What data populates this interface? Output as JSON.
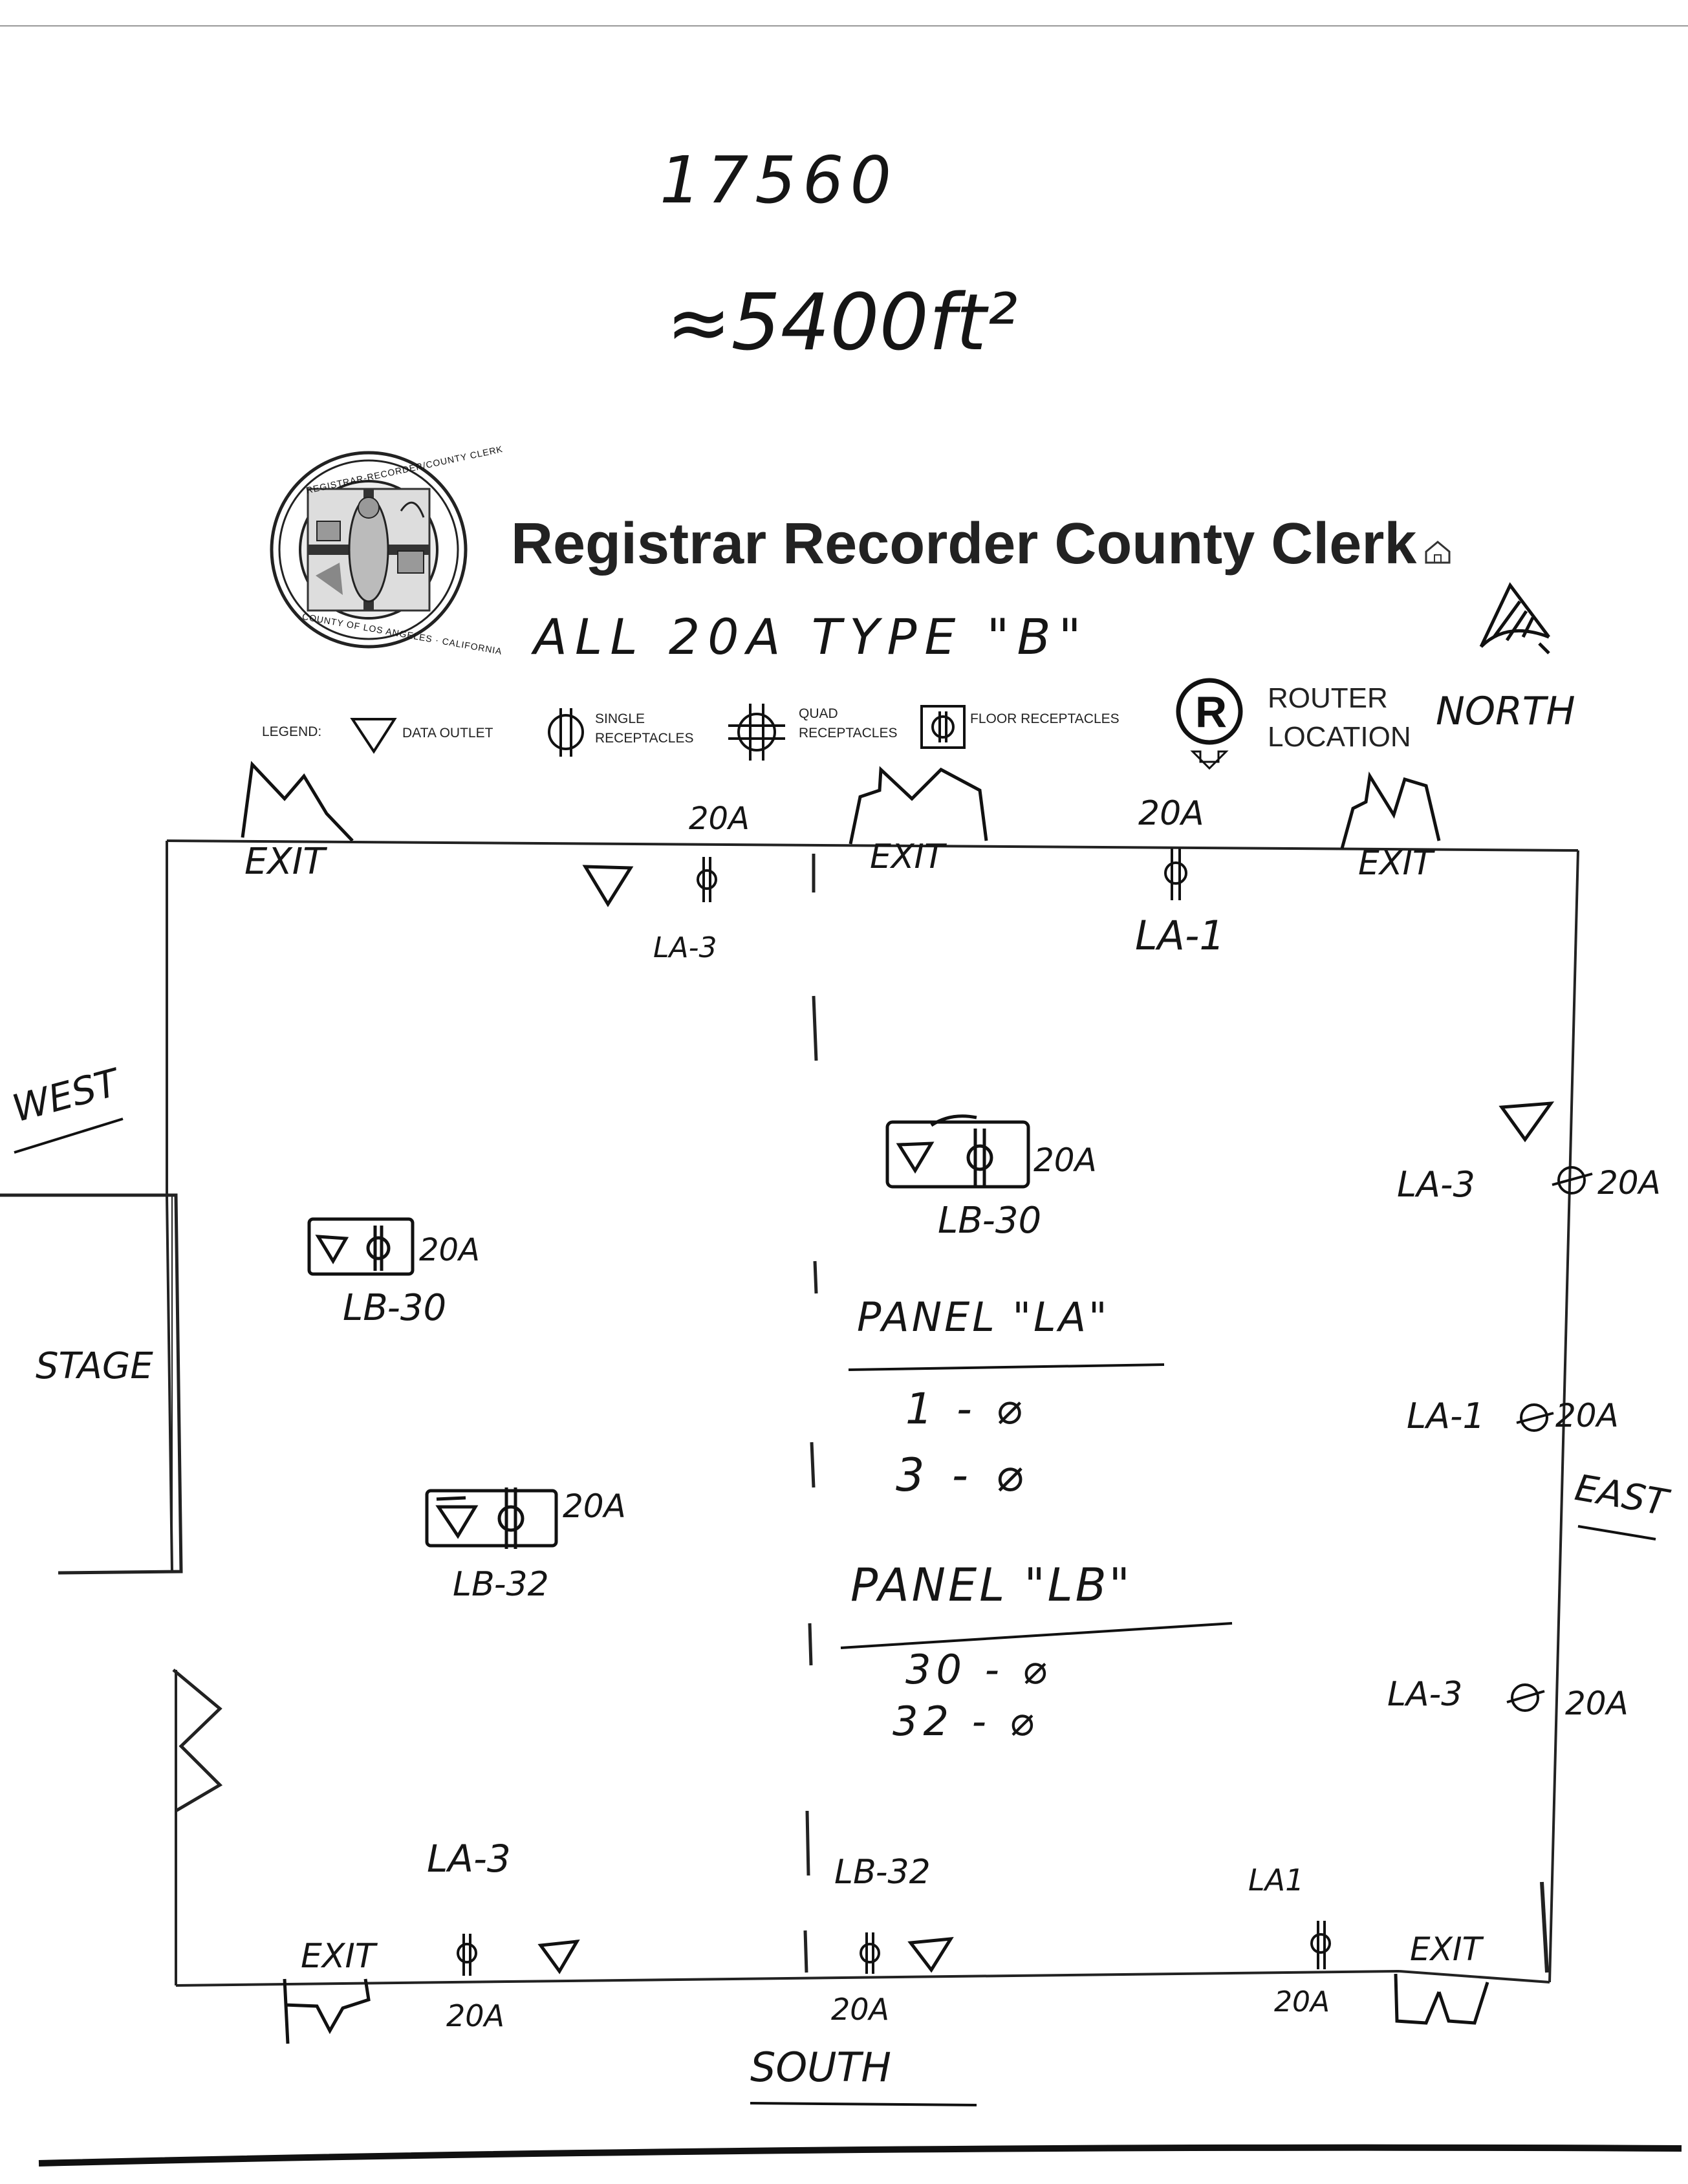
{
  "header": {
    "number": "17560",
    "area": "≈5400ft²",
    "title": "Registrar Recorder County Clerk",
    "subtitle": "ALL 20A TYPE \"B\"",
    "north_label": "NORTH"
  },
  "seal": {
    "ring_top": "REGISTRAR-RECORDER/COUNTY CLERK",
    "ring_bottom": "COUNTY OF LOS ANGELES · CALIFORNIA"
  },
  "legend": {
    "label": "LEGEND:",
    "data_outlet": "DATA OUTLET",
    "single_1": "SINGLE",
    "single_2": "RECEPTACLES",
    "quad_1": "QUAD",
    "quad_2": "RECEPTACLES",
    "floor": "FLOOR RECEPTACLES",
    "router_letter": "R",
    "router_1": "ROUTER",
    "router_2": "LOCATION"
  },
  "exits": [
    "EXIT",
    "EXIT",
    "EXIT",
    "EXIT",
    "EXIT"
  ],
  "directions": {
    "west": "WEST",
    "east": "EAST",
    "south": "SOUTH",
    "stage": "STAGE"
  },
  "north_wall": {
    "amp_left": "20A",
    "circuit_left": "LA-3",
    "amp_right": "20A",
    "circuit_right": "LA-1"
  },
  "floor_boxes": {
    "left_upper": {
      "amp": "20A",
      "circuit": "LB-30"
    },
    "center_upper": {
      "amp": "20A",
      "circuit": "LB-30"
    },
    "left_lower": {
      "amp": "20A",
      "circuit": "LB-32"
    }
  },
  "east_wall": [
    {
      "circuit": "LA-3",
      "amp": "20A"
    },
    {
      "circuit": "LA-1",
      "amp": "20A"
    },
    {
      "circuit": "LA-3",
      "amp": "20A"
    }
  ],
  "south_wall": {
    "left_circuit": "LA-3",
    "left_amp": "20A",
    "center_circuit": "LB-32",
    "center_amp": "20A",
    "right_circuit": "LA1",
    "right_amp": "20A"
  },
  "panel_la": {
    "title": "PANEL \"LA\"",
    "rows": [
      "1 - ⌀",
      "3 - ⌀"
    ]
  },
  "panel_lb": {
    "title": "PANEL \"LB\"",
    "rows": [
      "30 - ⌀",
      "32 - ⌀"
    ]
  }
}
